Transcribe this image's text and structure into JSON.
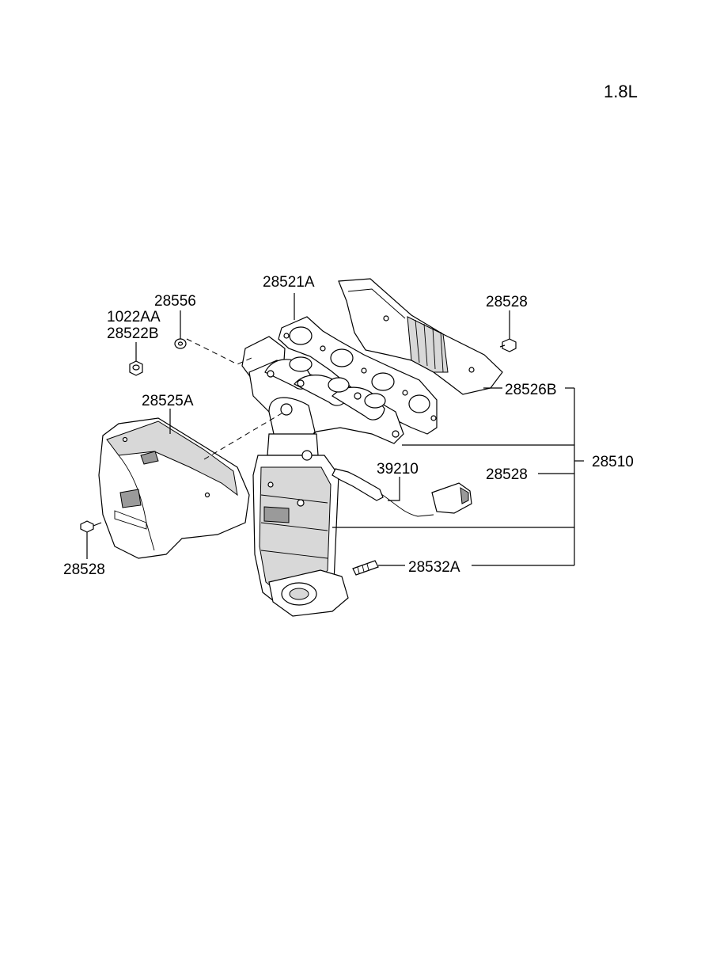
{
  "engine": "1.8L",
  "labels": {
    "p28521A": "28521A",
    "p28556": "28556",
    "p1022AA": "1022AA",
    "p28522B": "28522B",
    "p28528_top": "28528",
    "p28526B": "28526B",
    "p28525A": "28525A",
    "p39210": "39210",
    "p28528_mid": "28528",
    "p28510": "28510",
    "p28528_left": "28528",
    "p28532A": "28532A"
  }
}
